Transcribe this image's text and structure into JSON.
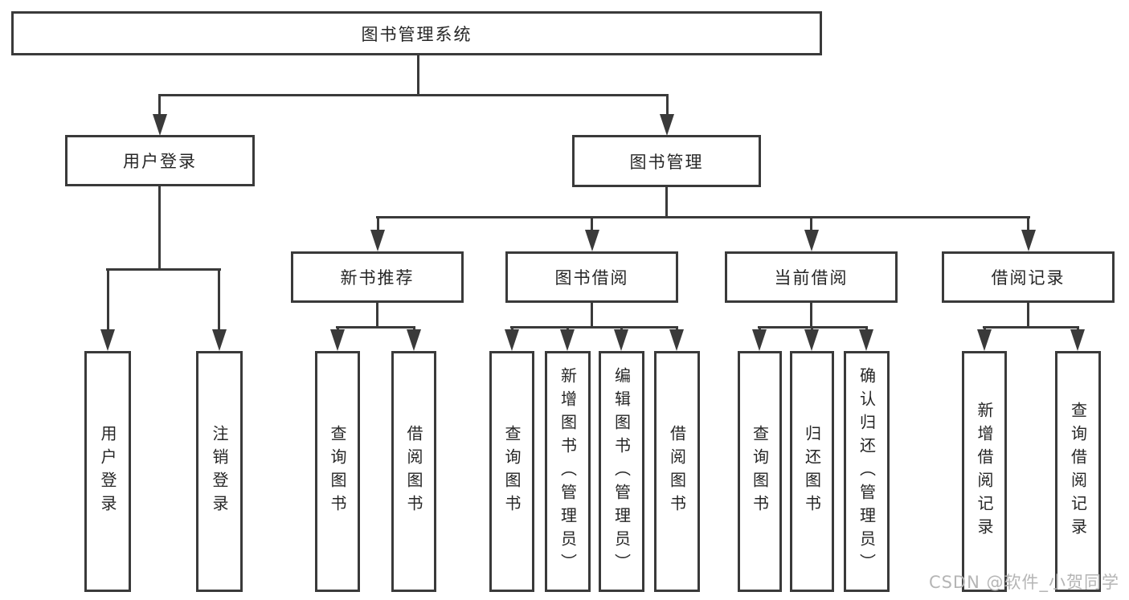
{
  "diagram": {
    "title": "图书管理系统",
    "watermark": "CSDN @软件_小贺同学",
    "colors": {
      "background": "#ffffff",
      "line": "#3a3a3a",
      "text": "#262626",
      "watermark": "#b5b5b5"
    },
    "tree": {
      "root": {
        "label": "图书管理系统",
        "children": [
          {
            "label": "用户登录",
            "children": [
              {
                "label": "用户登录"
              },
              {
                "label": "注销登录"
              }
            ]
          },
          {
            "label": "图书管理",
            "children": [
              {
                "label": "新书推荐",
                "children": [
                  {
                    "label": "查询图书"
                  },
                  {
                    "label": "借阅图书"
                  }
                ]
              },
              {
                "label": "图书借阅",
                "children": [
                  {
                    "label": "查询图书"
                  },
                  {
                    "label": "新增图书（管理员）"
                  },
                  {
                    "label": "编辑图书（管理员）"
                  },
                  {
                    "label": "借阅图书"
                  }
                ]
              },
              {
                "label": "当前借阅",
                "children": [
                  {
                    "label": "查询图书"
                  },
                  {
                    "label": "归还图书"
                  },
                  {
                    "label": "确认归还（管理员）"
                  }
                ]
              },
              {
                "label": "借阅记录",
                "children": [
                  {
                    "label": "新增借阅记录"
                  },
                  {
                    "label": "查询借阅记录"
                  }
                ]
              }
            ]
          }
        ]
      }
    }
  }
}
